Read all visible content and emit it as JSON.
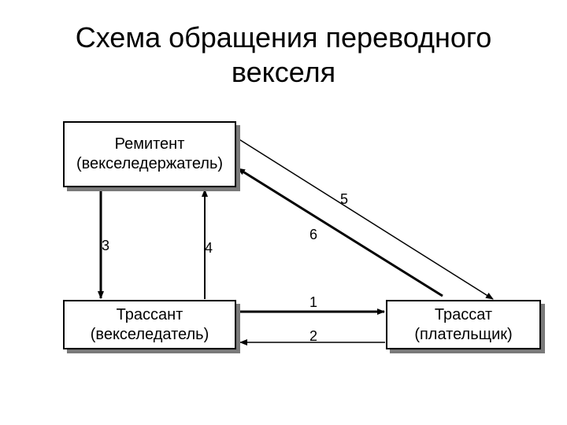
{
  "title": {
    "line1": "Схема обращения переводного",
    "line2": "векселя"
  },
  "nodes": {
    "remitent": {
      "line1": "Ремитент",
      "line2": "(векселедержатель)"
    },
    "trassant": {
      "line1": "Трассант",
      "line2": "(векселедатель)"
    },
    "trassat": {
      "line1": "Трассат",
      "line2": "(плательщик)"
    }
  },
  "edges": [
    {
      "label": "1",
      "from": "trassant",
      "to": "trassat"
    },
    {
      "label": "2",
      "from": "trassat",
      "to": "trassant"
    },
    {
      "label": "3",
      "from": "remitent",
      "to": "trassant"
    },
    {
      "label": "4",
      "from": "trassant",
      "to": "remitent"
    },
    {
      "label": "5",
      "from": "remitent",
      "to": "trassat"
    },
    {
      "label": "6",
      "from": "trassat",
      "to": "remitent"
    }
  ]
}
